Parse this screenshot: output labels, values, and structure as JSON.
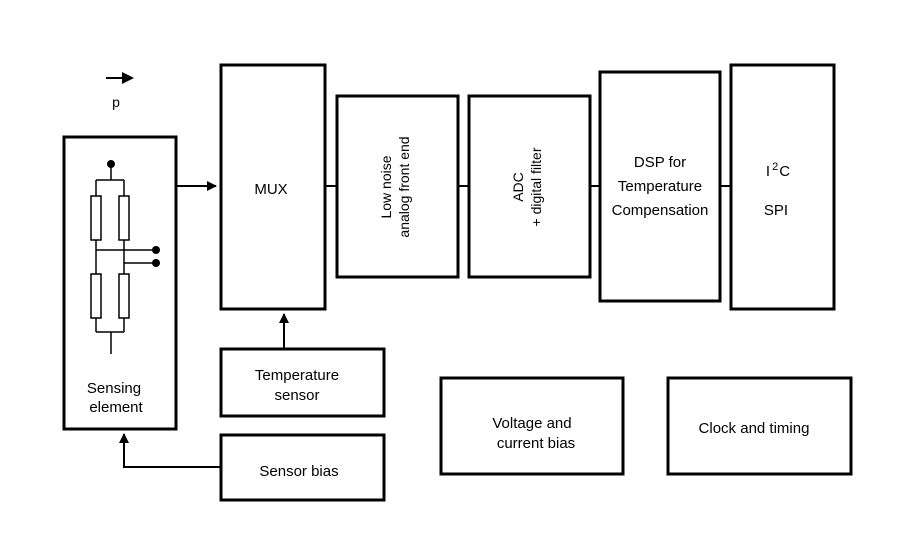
{
  "pressure_label": "p",
  "blocks": {
    "sensing_element": {
      "line1": "Sensing",
      "line2": "element"
    },
    "mux": {
      "label": "MUX"
    },
    "afe": {
      "line1": "Low noise",
      "line2": "analog front end"
    },
    "adc": {
      "line1": "ADC",
      "line2": "+ digital filter"
    },
    "dsp": {
      "line1": "DSP for",
      "line2": "Temperature",
      "line3": "Compensation"
    },
    "interface": {
      "i2c_prefix": "I",
      "i2c_sup": "2",
      "i2c_suffix": "C",
      "spi": "SPI"
    },
    "temp_sensor": {
      "line1": "Temperature",
      "line2": "sensor"
    },
    "sensor_bias": {
      "label": "Sensor bias"
    },
    "voltage_bias": {
      "line1": "Voltage and",
      "line2": "current bias"
    },
    "clock": {
      "label": "Clock and timing"
    }
  }
}
